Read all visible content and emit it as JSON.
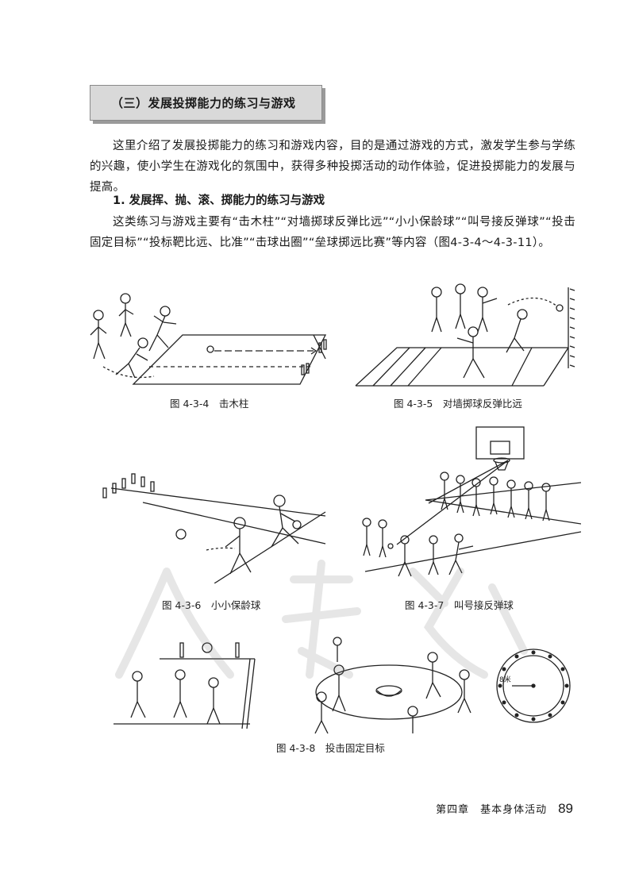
{
  "section": {
    "title": "（三）发展投掷能力的练习与游戏"
  },
  "intro": "这里介绍了发展投掷能力的练习和游戏内容，目的是通过游戏的方式，激发学生参与学练的兴趣，使小学生在游戏化的氛围中，获得多种投掷活动的动作体验，促进投掷能力的发展与提高。",
  "subsection": {
    "title": "1. 发展挥、抛、滚、掷能力的练习与游戏"
  },
  "body": "这类练习与游戏主要有“击木柱”“对墙掷球反弹比远”“小小保龄球”“叫号接反弹球”“投击固定目标”“投标靶比远、比准”“击球出圈”“垒球掷远比赛”等内容（图4-3-4～4-3-11）。",
  "figures": [
    {
      "id": "4-3-4",
      "caption": "图 4-3-4　击木柱"
    },
    {
      "id": "4-3-5",
      "caption": "图 4-3-5　对墙掷球反弹比远"
    },
    {
      "id": "4-3-6",
      "caption": "图 4-3-6　小小保龄球"
    },
    {
      "id": "4-3-7",
      "caption": "图 4-3-7　叫号接反弹球"
    },
    {
      "id": "4-3-8",
      "caption": "图 4-3-8　投击固定目标"
    }
  ],
  "figure_labels": {
    "radius": "8米"
  },
  "footer": {
    "chapter": "第四章　基本身体活动",
    "page": "89"
  }
}
